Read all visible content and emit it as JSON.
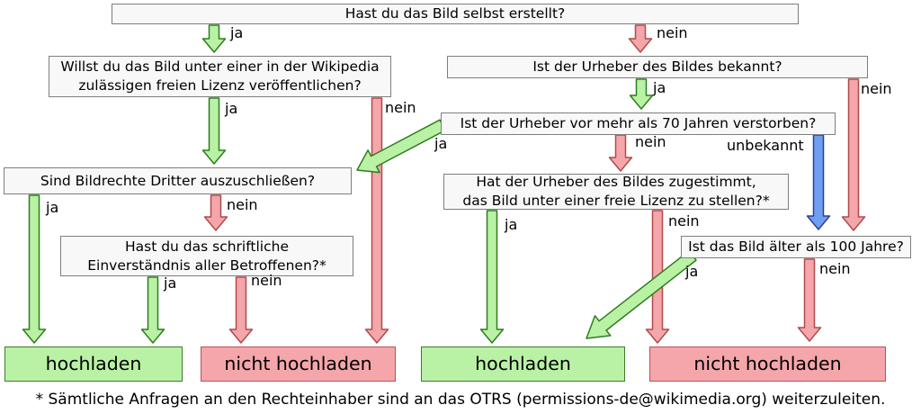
{
  "colors": {
    "yes_fill": "#b9f2a5",
    "yes_stroke": "#2e7d1e",
    "yes_box_border": "#3c7a28",
    "no_fill": "#f4a6aa",
    "no_stroke": "#b04a4a",
    "no_box_border": "#c05050",
    "unknown_fill": "#6f9ff1",
    "unknown_stroke": "#2c3e9e",
    "box_fill": "#f8f8f8",
    "box_border": "#7e7e7e"
  },
  "nodes": {
    "q_self": {
      "label": "Hast du das Bild selbst erstellt?"
    },
    "q_license": {
      "label": "Willst du das Bild unter einer in der Wikipedia\nzulässigen freien Lizenz veröffentlichen?"
    },
    "q_known": {
      "label": "Ist der Urheber des Bildes bekannt?"
    },
    "q_dead70": {
      "label": "Ist der Urheber vor mehr als 70 Jahren verstorben?"
    },
    "q_thirdparty": {
      "label": "Sind Bildrechte Dritter auszuschließen?"
    },
    "q_consent": {
      "label": "Hast du das schriftliche\nEinverständnis aller Betroffenen?*"
    },
    "q_agreed": {
      "label": "Hat der Urheber des Bildes zugestimmt,\ndas Bild unter einer freie Lizenz zu stellen?*"
    },
    "q_old100": {
      "label": "Ist das Bild älter als 100 Jahre?"
    },
    "upload_1": {
      "label": "hochladen"
    },
    "noupload_1": {
      "label": "nicht hochladen"
    },
    "upload_2": {
      "label": "hochladen"
    },
    "noupload_2": {
      "label": "nicht hochladen"
    }
  },
  "edges": {
    "self_yes": {
      "label": "ja"
    },
    "self_no": {
      "label": "nein"
    },
    "license_yes": {
      "label": "ja"
    },
    "license_no": {
      "label": "nein"
    },
    "known_yes": {
      "label": "ja"
    },
    "known_no": {
      "label": "nein"
    },
    "dead70_yes": {
      "label": "ja"
    },
    "dead70_no": {
      "label": "nein"
    },
    "dead70_unknown": {
      "label": "unbekannt"
    },
    "thirdparty_yes": {
      "label": "ja"
    },
    "thirdparty_no": {
      "label": "nein"
    },
    "consent_yes": {
      "label": "ja"
    },
    "consent_no": {
      "label": "nein"
    },
    "agreed_yes": {
      "label": "ja"
    },
    "agreed_no": {
      "label": "nein"
    },
    "old100_yes": {
      "label": "ja"
    },
    "old100_no": {
      "label": "nein"
    }
  },
  "footer": "* Sämtliche Anfragen an den Rechteinhaber sind an das OTRS (permissions-de@wikimedia.org) weiterzuleiten."
}
